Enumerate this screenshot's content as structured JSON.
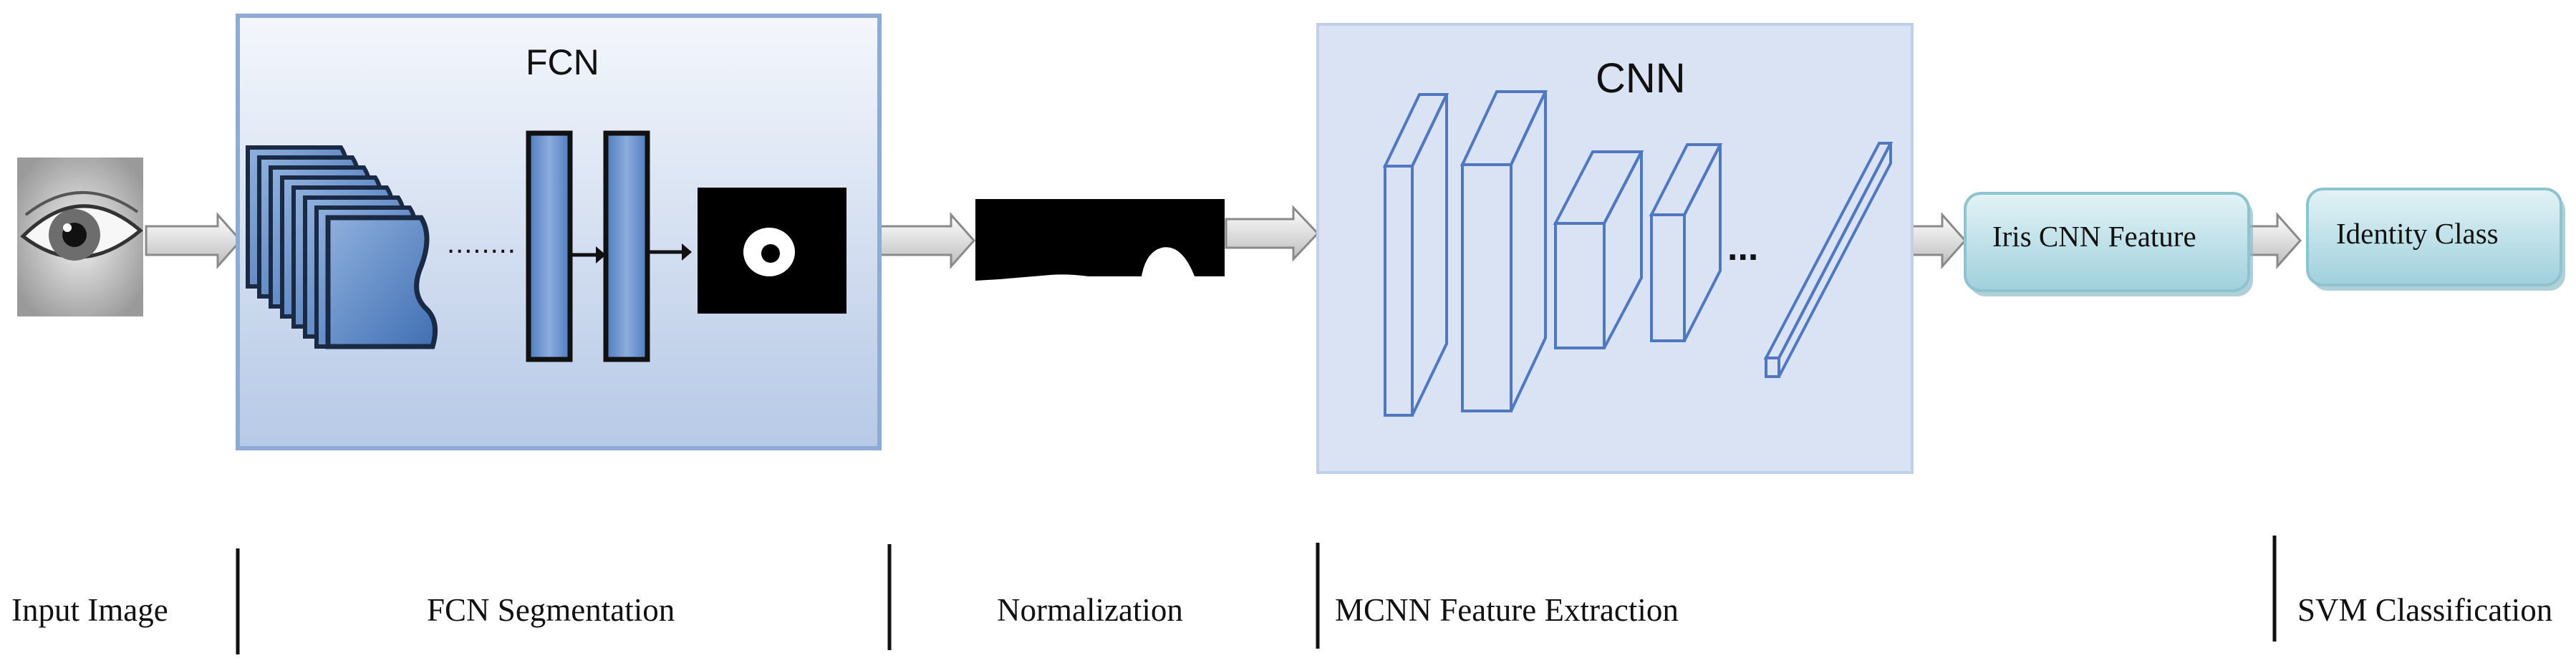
{
  "fcn_box": {
    "title": "FCN",
    "dots": "........"
  },
  "cnn_box": {
    "title": "CNN",
    "ellipsis": "..."
  },
  "output_boxes": {
    "feature": "Iris CNN Feature",
    "identity": "Identity Class"
  },
  "stages": [
    {
      "label": "Input Image"
    },
    {
      "label": "FCN Segmentation"
    },
    {
      "label": "Normalization"
    },
    {
      "label": "MCNN Feature Extraction"
    },
    {
      "label": "SVM Classification"
    }
  ],
  "colors": {
    "panel_fill": "#cfdcf0",
    "panel_border": "#8eaad6",
    "cnn_panel_fill": "#d9e3f4",
    "blue_block": "#5b86c6",
    "pill_fill": "#bfe3ea",
    "arrow_fill": "#e8e8e8",
    "arrow_stroke": "#8a8a8a"
  }
}
